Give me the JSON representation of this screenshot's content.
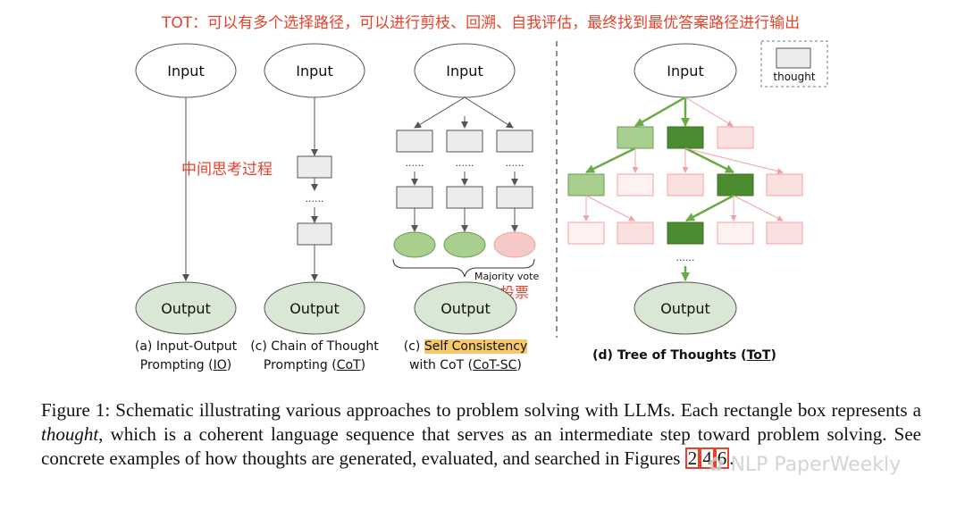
{
  "header_note": "TOT：可以有多个选择路径，可以进行剪枝、回溯、自我评估，最终找到最优答案路径进行输出",
  "cot_note": "中间思考过程",
  "vote_note": "投票",
  "majority_vote": "Majority vote",
  "legend_label": "thought",
  "node_input": "Input",
  "node_output": "Output",
  "ellipsis": "......",
  "captions": {
    "io": {
      "line1": "(a) Input-Output",
      "line2_pre": "Prompting (",
      "abbr": "IO",
      "line2_post": ")"
    },
    "cot": {
      "line1": "(c) Chain of Thought",
      "line2_pre": "Prompting (",
      "abbr": "CoT",
      "line2_post": ")"
    },
    "cotsc": {
      "line1_pre": "(c) ",
      "highlight": "Self Consistency",
      "line2_pre": "with CoT (",
      "abbr": "CoT-SC",
      "line2_post": ")"
    },
    "tot": {
      "pre": "(d) Tree of Thoughts (",
      "abbr": "ToT",
      "post": ")"
    }
  },
  "figure_caption": {
    "lead": "Figure 1: Schematic illustrating various approaches to problem solving with LLMs. Each rectangle box represents a ",
    "italic": "thought",
    "rest": ", which is a coherent language sequence that serves as an intermediate step toward problem solving. See concrete examples of how thoughts are generated, evaluated, and searched in Figures ",
    "refs": [
      "2",
      "4",
      "6"
    ],
    "end": "."
  },
  "watermark": "NLP PaperWeekly",
  "colors": {
    "note_red": "#e8412c",
    "dark_green": "#4a8c2f",
    "light_green": "#a8cf8e",
    "pink": "#f6c9c9",
    "pale_pink": "#fbe7e7",
    "arrow_green": "#6aab45",
    "arrow_pink": "#f0a3a3",
    "output_fill": "#d8e8d4",
    "box_gray": "#ececec",
    "highlight": "#f6c86a"
  }
}
